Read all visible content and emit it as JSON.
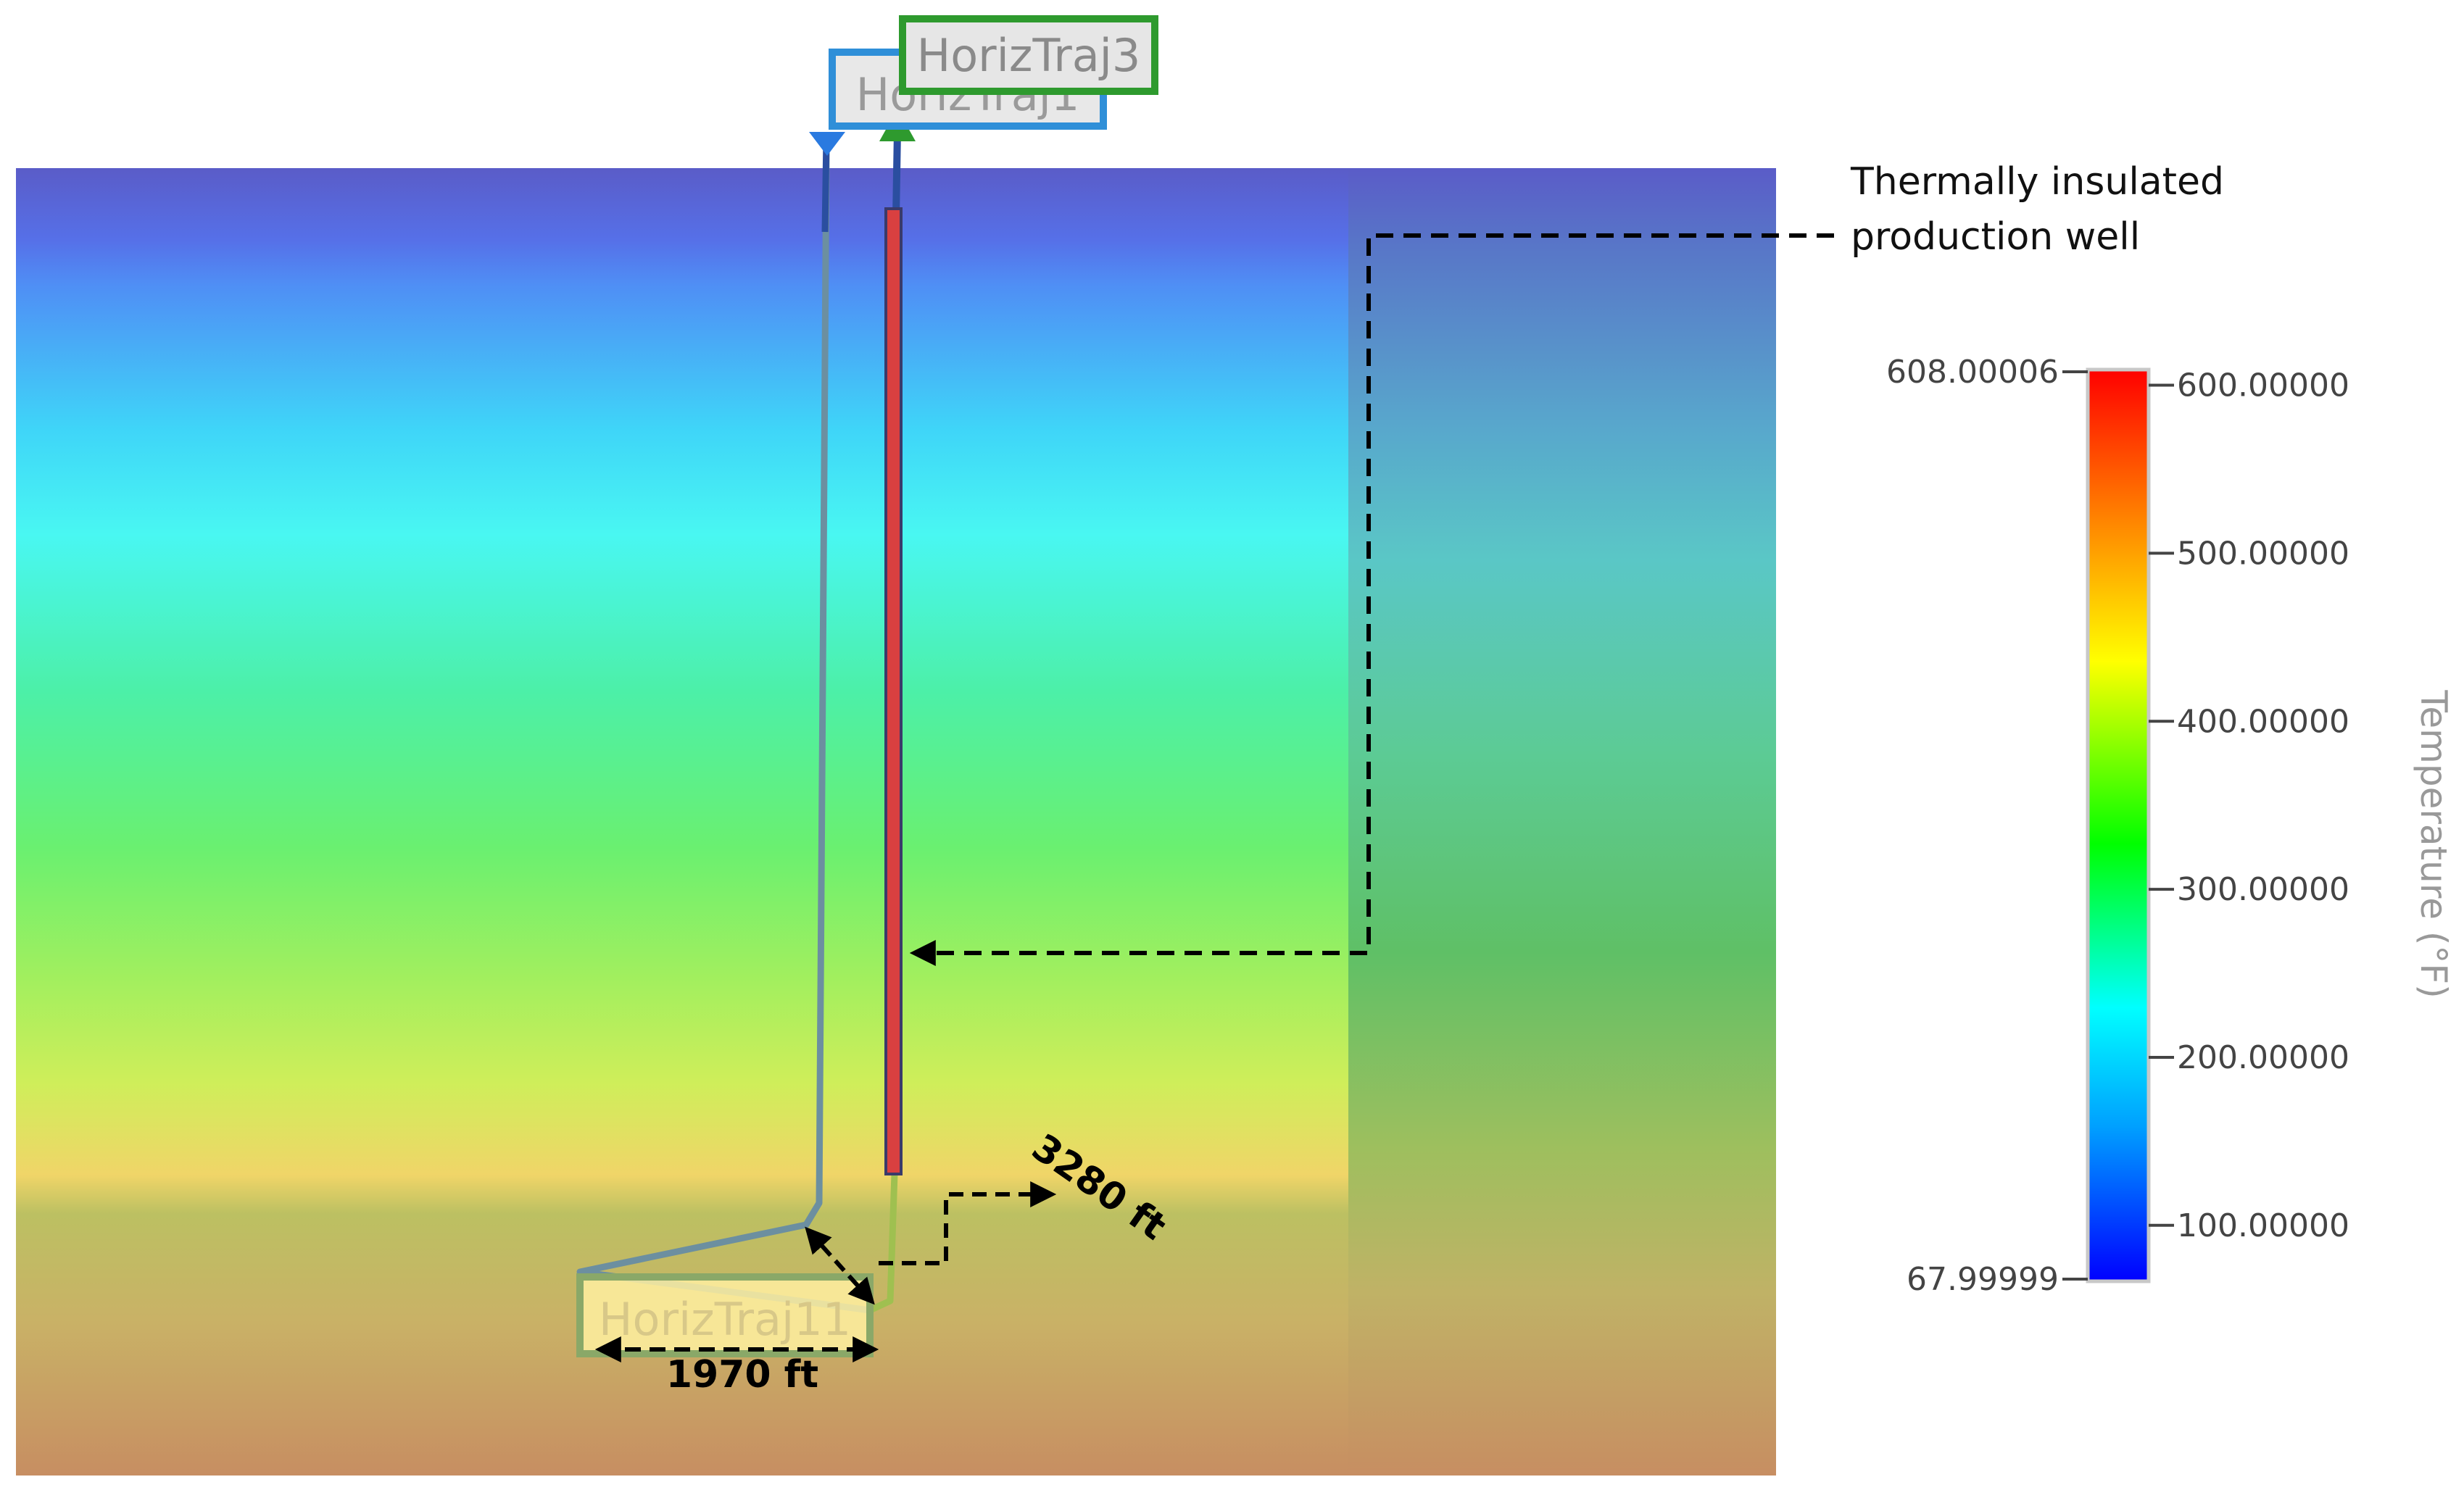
{
  "labels": {
    "traj_green": "HorizTraj3",
    "traj_blue": "HorizTraj1",
    "traj_yellow": "HorizTraj11"
  },
  "annotation": {
    "line1": "Thermally insulated",
    "line2": "production well"
  },
  "dimensions": {
    "horizontal": "1970 ft",
    "diagonal": "3280 ft"
  },
  "colorbar": {
    "title": "Temperature (°F)",
    "max_label": "608.00006",
    "min_label": "67.99999",
    "ticks": [
      {
        "label": "600.00000",
        "value": 600
      },
      {
        "label": "500.00000",
        "value": 500
      },
      {
        "label": "400.00000",
        "value": 400
      },
      {
        "label": "300.00000",
        "value": 300
      },
      {
        "label": "200.00000",
        "value": 200
      },
      {
        "label": "100.00000",
        "value": 100
      }
    ],
    "range": [
      67.99999,
      608.00006
    ],
    "colors": [
      "#0000ff",
      "#00a0ff",
      "#00ffff",
      "#00ff00",
      "#ffff00",
      "#ff8000",
      "#ff0000"
    ]
  },
  "colors": {
    "green_label_border": "#2e9a2e",
    "blue_label_border": "#2f8fd8",
    "yellow_label_fill": "#fff0a0",
    "production_well": "#d94040"
  }
}
